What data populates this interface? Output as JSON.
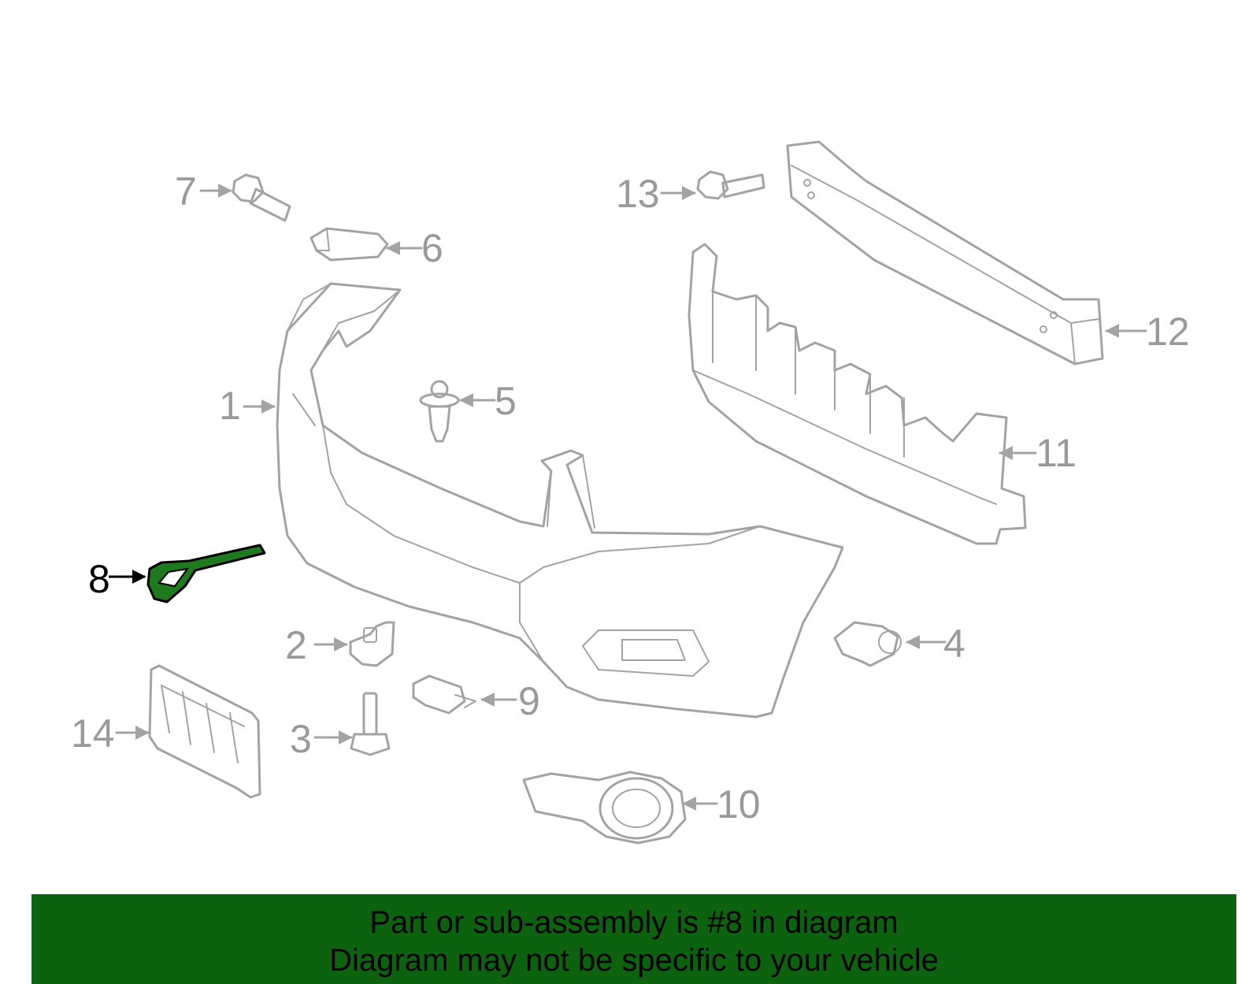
{
  "diagram": {
    "highlight_color": "#1f7a1f",
    "part_color": "#a3a3a3",
    "callouts": [
      {
        "id": "1",
        "label": "1"
      },
      {
        "id": "2",
        "label": "2"
      },
      {
        "id": "3",
        "label": "3"
      },
      {
        "id": "4",
        "label": "4"
      },
      {
        "id": "5",
        "label": "5"
      },
      {
        "id": "6",
        "label": "6"
      },
      {
        "id": "7",
        "label": "7"
      },
      {
        "id": "8",
        "label": "8",
        "highlighted": true
      },
      {
        "id": "9",
        "label": "9"
      },
      {
        "id": "10",
        "label": "10"
      },
      {
        "id": "11",
        "label": "11"
      },
      {
        "id": "12",
        "label": "12"
      },
      {
        "id": "13",
        "label": "13"
      },
      {
        "id": "14",
        "label": "14"
      }
    ]
  },
  "banner": {
    "background": "#0d6210",
    "line1": "Part or sub-assembly is #8 in diagram",
    "line2": "Diagram may not be specific to your vehicle"
  }
}
